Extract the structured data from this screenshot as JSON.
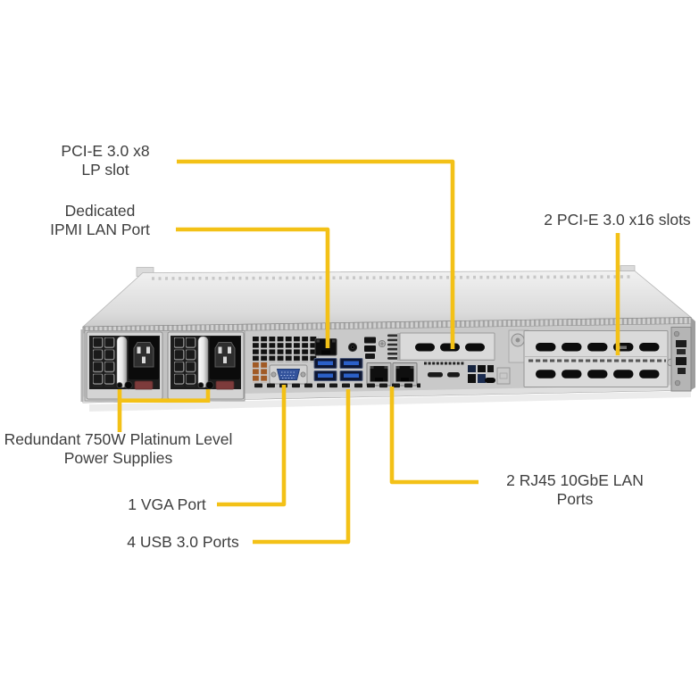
{
  "colors": {
    "callout_yellow": "#F3C117",
    "label_text": "#3E3E3E",
    "chassis_top": "#E9E9E9",
    "chassis_panel": "#C9C9C9"
  },
  "labels": {
    "pcie_lp": {
      "line1": "PCI-E 3.0 x8",
      "line2": "LP slot"
    },
    "ipmi": {
      "line1": "Dedicated",
      "line2": "IPMI LAN Port"
    },
    "pcie_x16": {
      "text": "2 PCI-E 3.0 x16 slots"
    },
    "psu": {
      "line1": "Redundant 750W Platinum Level",
      "line2": "Power Supplies"
    },
    "vga": {
      "text": "1 VGA Port"
    },
    "usb": {
      "text": "4 USB 3.0 Ports"
    },
    "lan": {
      "line1": "2 RJ45 10GbE LAN",
      "line2": "Ports"
    }
  },
  "illustration": {
    "type": "server-rear-view",
    "parts": [
      "redundant-power-supply-left",
      "redundant-power-supply-right",
      "vga-port",
      "usb-3.0-ports",
      "dedicated-ipmi-lan-port",
      "rj45-10gbe-lan-ports",
      "pcie-lp-slot",
      "pcie-x16-slots"
    ]
  }
}
